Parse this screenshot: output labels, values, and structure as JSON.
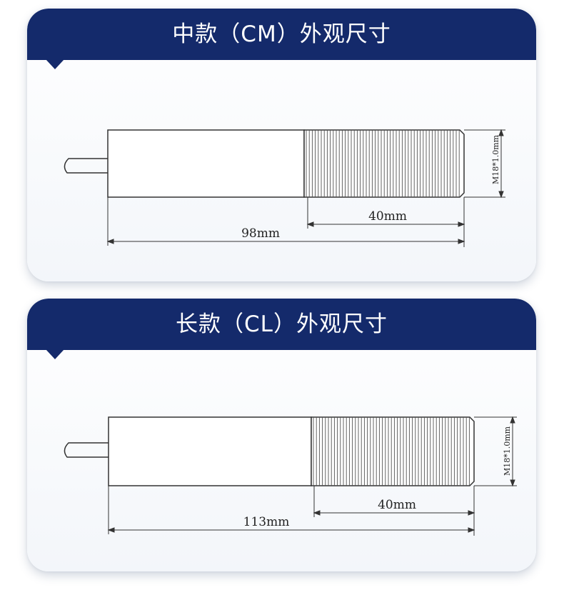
{
  "panels": [
    {
      "title": "中款（CM）外观尺寸",
      "thread_label": "M18*1.0mm",
      "thread_length": "40mm",
      "total_length": "98mm"
    },
    {
      "title": "长款（CL）外观尺寸",
      "thread_label": "M18*1.0mm",
      "thread_length": "40mm",
      "total_length": "113mm"
    }
  ],
  "colors": {
    "header_bg": "#142a6b",
    "header_text": "#ffffff",
    "line": "#333333"
  }
}
